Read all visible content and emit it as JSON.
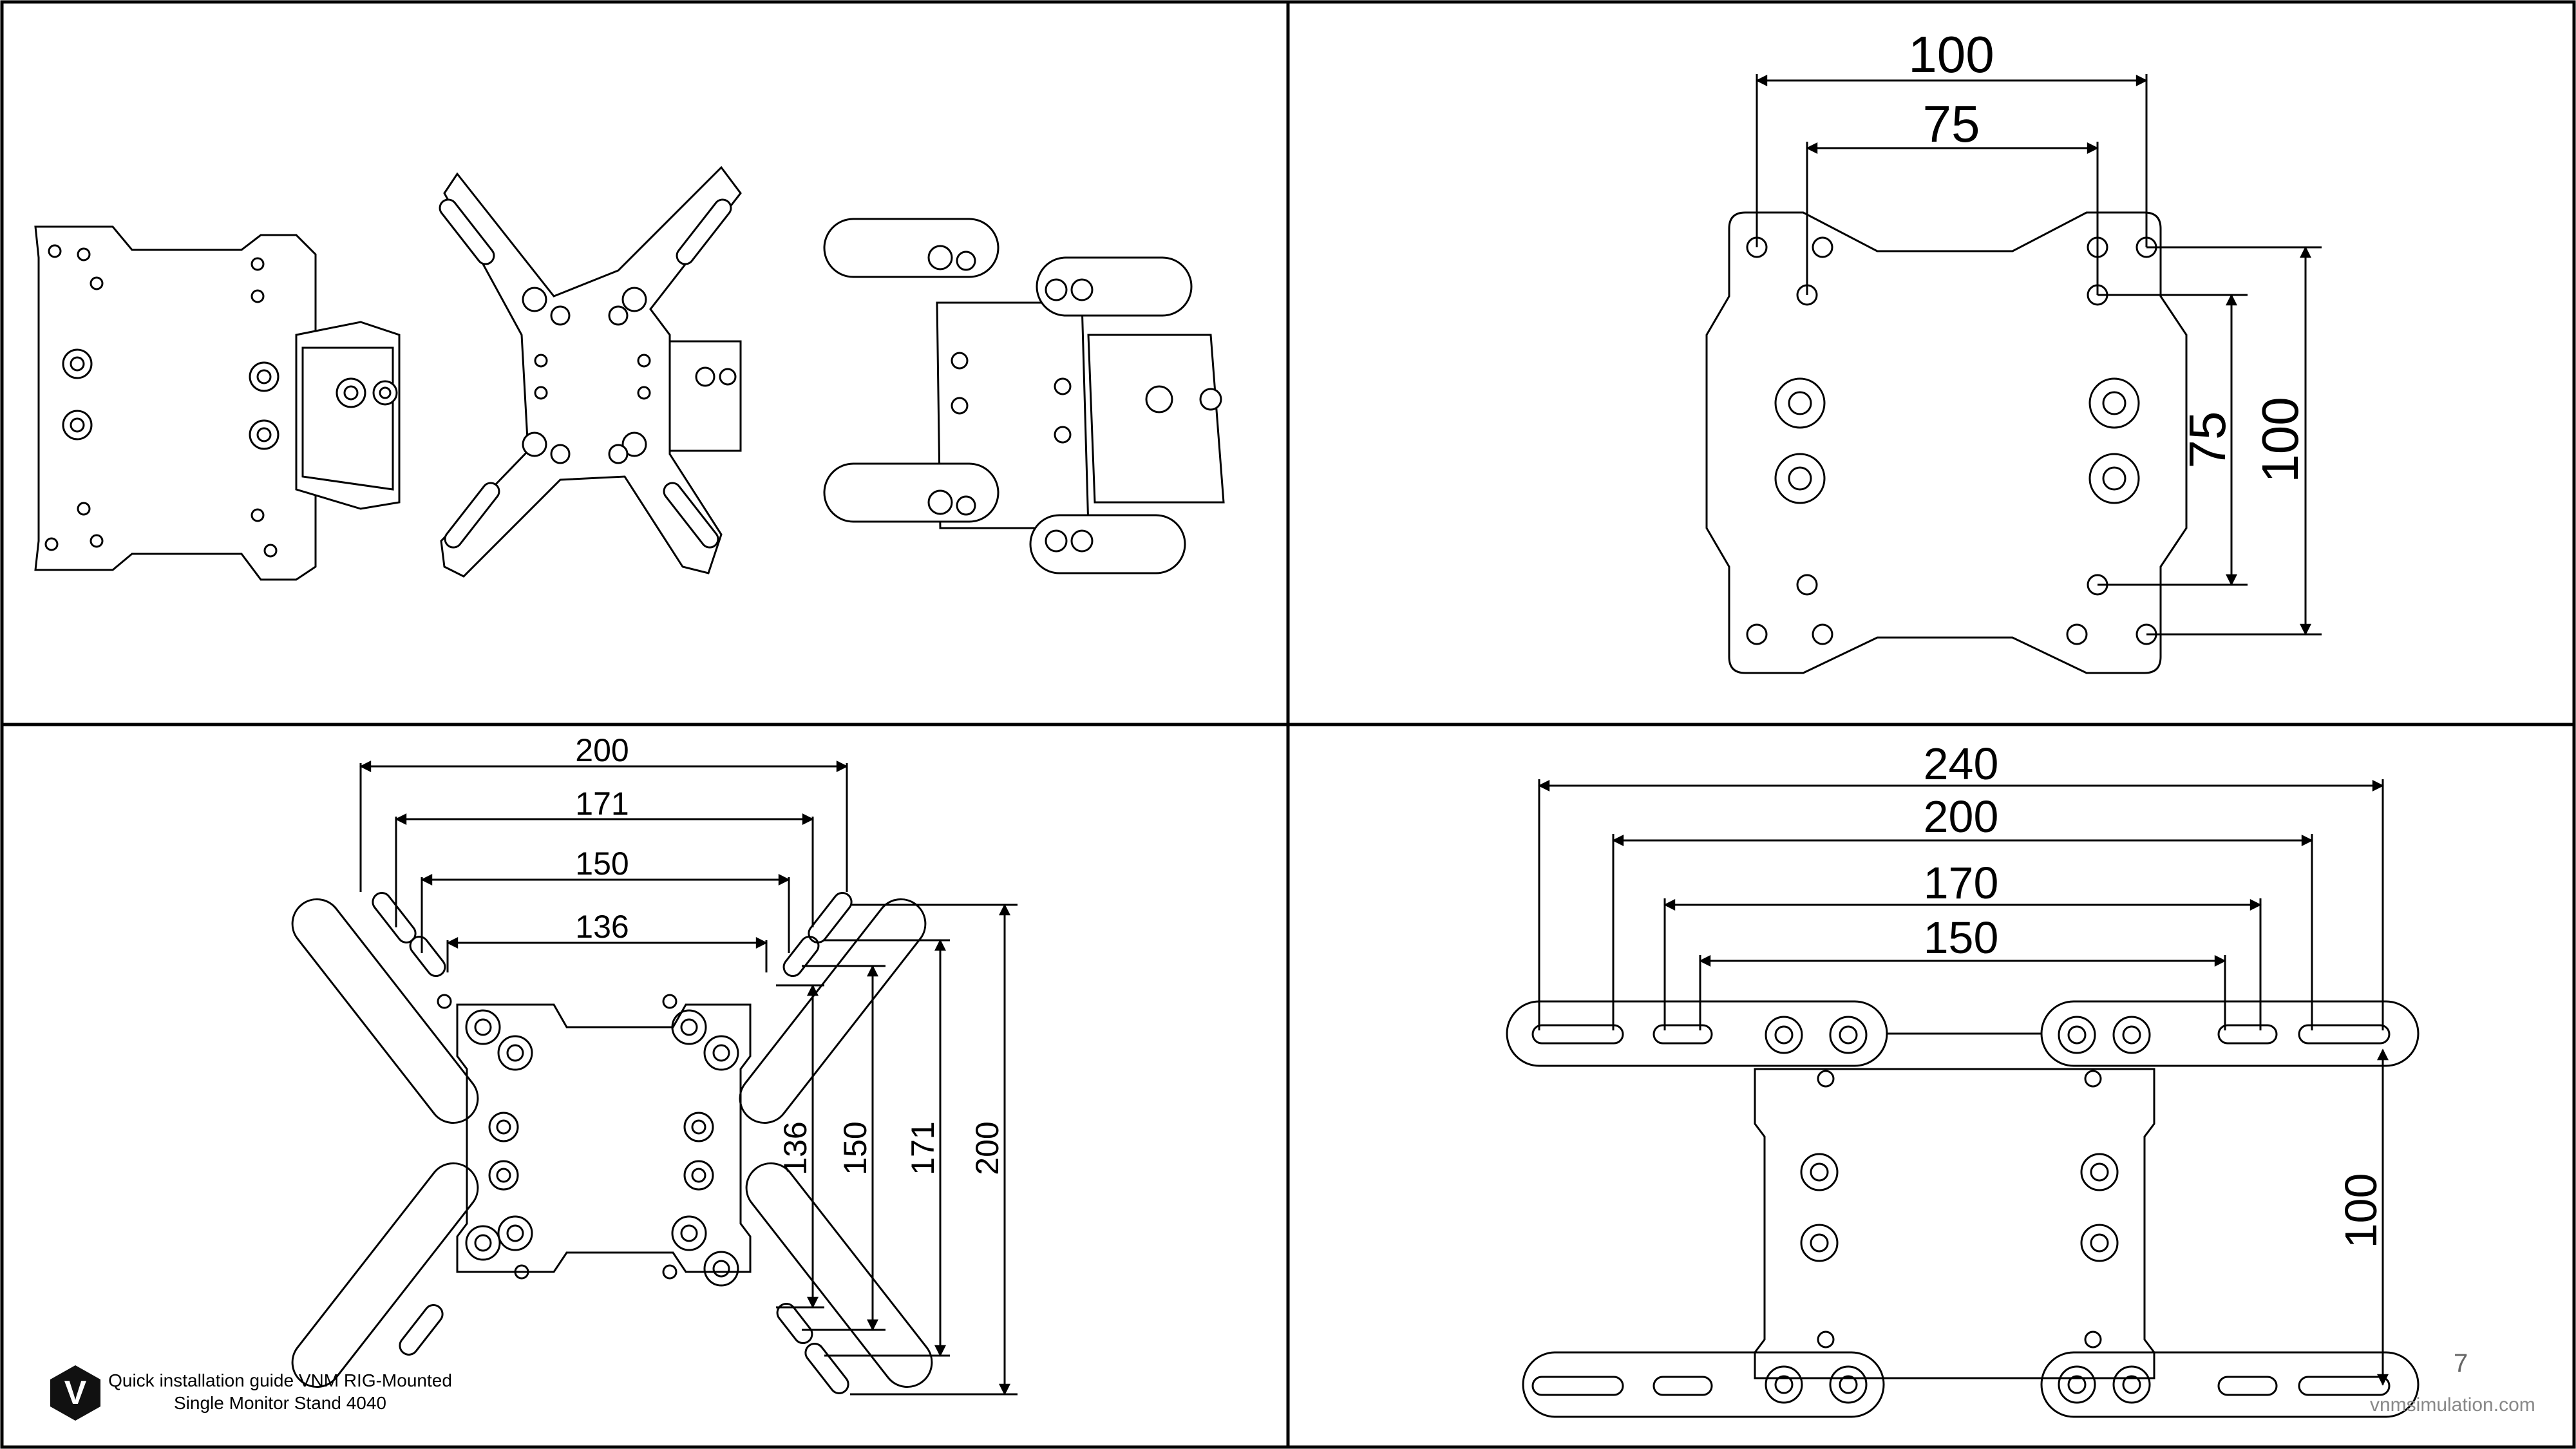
{
  "footer": {
    "guide_title": "Quick installation guide VNM RIG-Mounted Single Monitor Stand 4040",
    "page_number": "7",
    "website": "vnmsimulation.com",
    "logo_letter": "V"
  },
  "panel_vesa100": {
    "width_outer": "100",
    "width_inner": "75",
    "height_inner": "75",
    "height_outer": "100"
  },
  "panel_vesa200": {
    "width_200": "200",
    "width_171": "171",
    "width_150": "150",
    "width_136": "136",
    "height_136": "136",
    "height_150": "150",
    "height_171": "171",
    "height_200": "200"
  },
  "panel_vesa240": {
    "width_240": "240",
    "width_200": "200",
    "width_170": "170",
    "width_150": "150",
    "height_100": "100"
  },
  "colors": {
    "line": "#000000",
    "border": "#000000",
    "logo": "#111111"
  }
}
